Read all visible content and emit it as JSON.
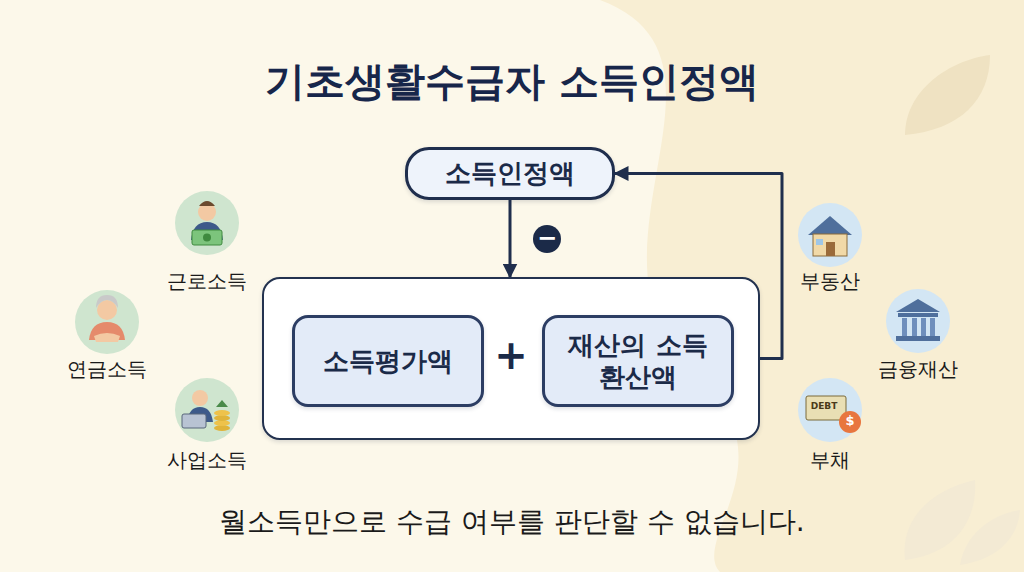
{
  "diagram": {
    "title": "기초생활수급자 소득인정액",
    "caption": "월소득만으로 수급 여부를 판단할 수 없습니다.",
    "nodes": [
      {
        "text": [
          "소득인정액"
        ]
      },
      {
        "text": []
      },
      {
        "text": [
          "소득평가액"
        ],
        "in": 1
      },
      {
        "text": [
          "재산의 소득환산액"
        ],
        "in": 1
      }
    ],
    "edges": [
      {
        "from": 0,
        "to": 1,
        "arrow": "to",
        "label": "−"
      },
      {
        "from": 1,
        "to": 0,
        "arrow": "to"
      }
    ],
    "labels": [
      "근로소득",
      "연금소득",
      "사업소득",
      "부동산",
      "금융재산",
      "부채",
      "DEBT",
      "$",
      "+"
    ]
  }
}
